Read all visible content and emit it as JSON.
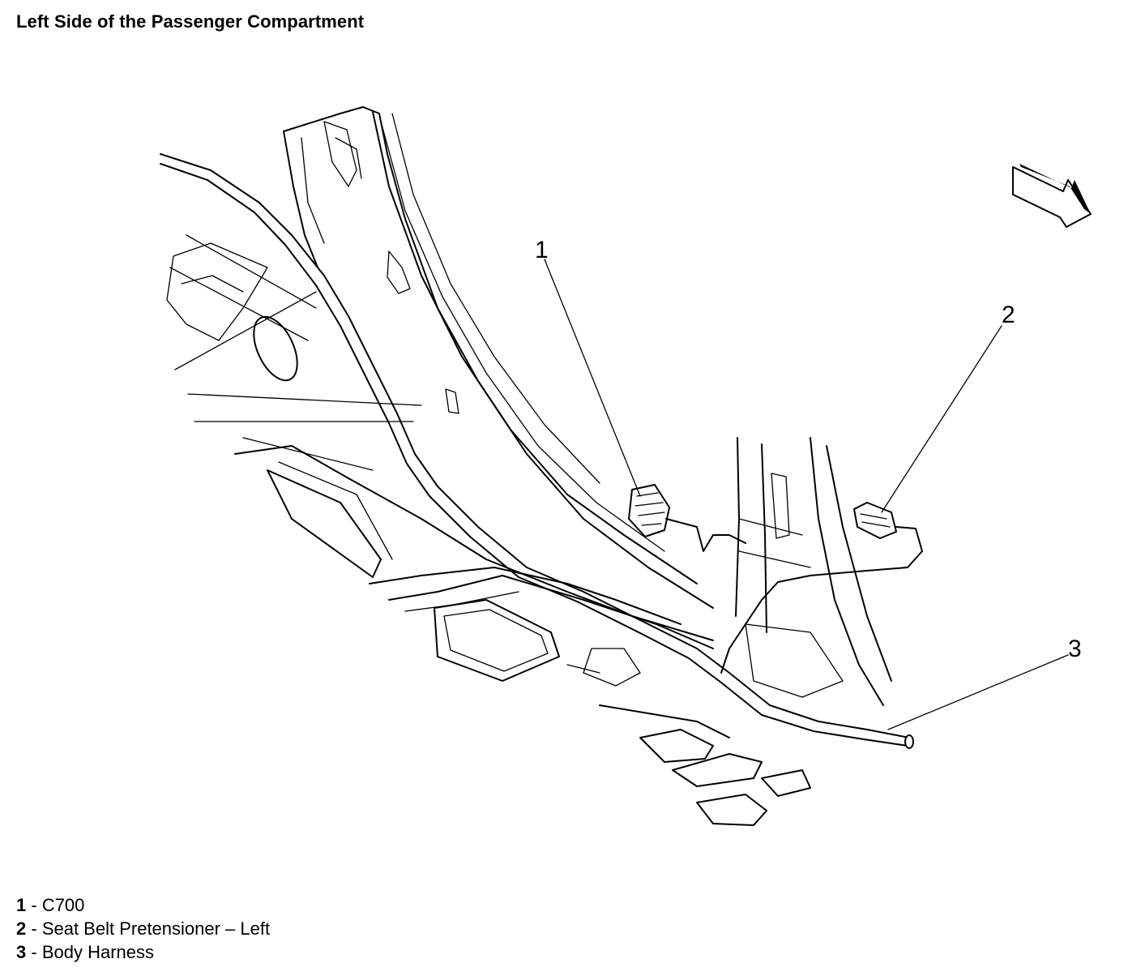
{
  "title": "Left Side of the Passenger Compartment",
  "callouts": [
    {
      "number": "1",
      "label": "C700"
    },
    {
      "number": "2",
      "label": "Seat Belt Pretensioner – Left"
    },
    {
      "number": "3",
      "label": "Body Harness"
    }
  ],
  "legend_separator": " - ",
  "icons": {
    "front_of_vehicle_arrow": "front-arrow-icon"
  }
}
